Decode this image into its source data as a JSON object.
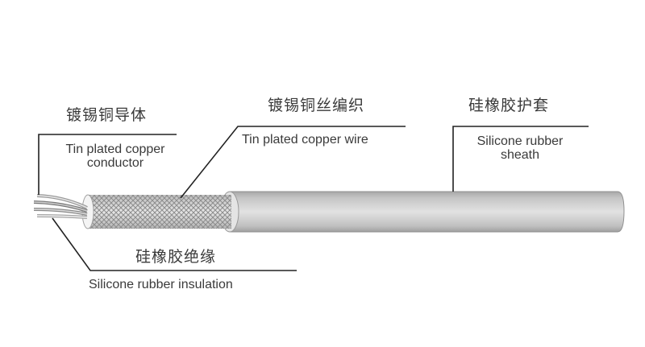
{
  "diagram": {
    "type": "cable cross-section structure",
    "callouts": [
      {
        "id": "conductor",
        "zh": "镀锡铜导体",
        "en_line1": "Tin plated copper",
        "en_line2": "conductor"
      },
      {
        "id": "braid",
        "zh": "镀锡铜丝编织",
        "en_line1": "Tin plated copper wire"
      },
      {
        "id": "sheath",
        "zh": "硅橡胶护套",
        "en_line1": "Silicone rubber",
        "en_line2": "sheath"
      },
      {
        "id": "insulation",
        "zh": "硅橡胶绝缘",
        "en_line1": "Silicone rubber insulation"
      }
    ],
    "colors": {
      "sheath_light": "#dcdcdc",
      "sheath_dark": "#a9a9a9",
      "braid": "#9a9a9a",
      "leader_line": "#222222"
    }
  }
}
